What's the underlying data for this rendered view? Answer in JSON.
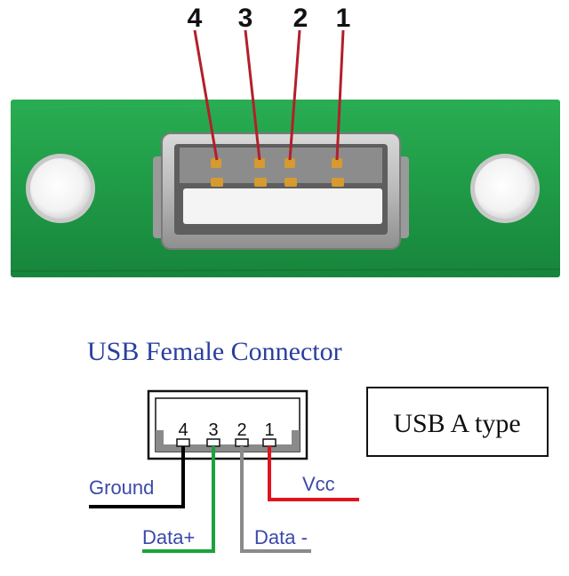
{
  "photo": {
    "pin_numbers": [
      "4",
      "3",
      "2",
      "1"
    ]
  },
  "diagram": {
    "title": "USB Female Connector",
    "type_label": "USB A type",
    "pin_numbers": [
      "4",
      "3",
      "2",
      "1"
    ],
    "wires": [
      {
        "pin": "4",
        "label": "Ground",
        "color": "#000000"
      },
      {
        "pin": "3",
        "label": "Data+",
        "color": "#1aa33a"
      },
      {
        "pin": "2",
        "label": "Data -",
        "color": "#8a8a8a"
      },
      {
        "pin": "1",
        "label": "Vcc",
        "color": "#e0141e"
      }
    ]
  },
  "colors": {
    "pcb_green": "#1f9a46",
    "leader_red": "#b31f2a",
    "label_blue": "#3b4aa8",
    "title_blue": "#2a3f9e",
    "pin_gold": "#d69a2e"
  }
}
